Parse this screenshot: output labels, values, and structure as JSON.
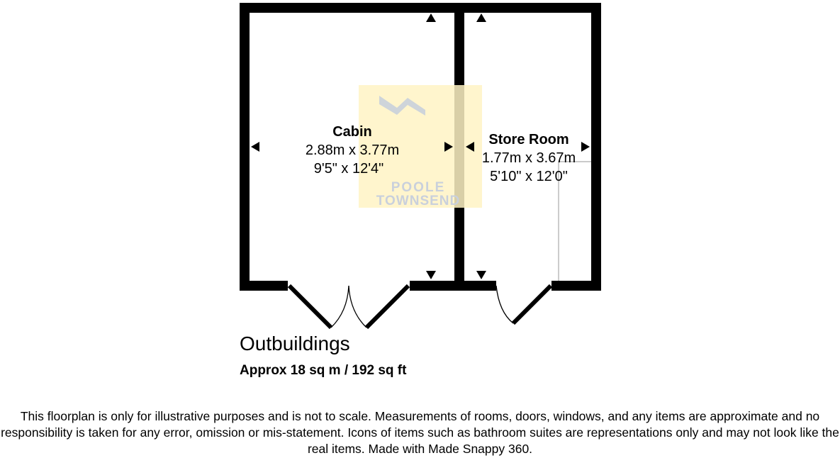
{
  "rooms": [
    {
      "name": "Cabin",
      "metric": "2.88m x 3.77m",
      "imperial": "9'5\" x 12'4\""
    },
    {
      "name": "Store Room",
      "metric": "1.77m x 3.67m",
      "imperial": "5'10\" x 12'0\""
    }
  ],
  "plan": {
    "title": "Outbuildings",
    "area": "Approx 18 sq m / 192 sq ft"
  },
  "watermark": {
    "text_line1": "POOLE",
    "text_line2": "TOWNSEND",
    "color": "#fff3c4"
  },
  "disclaimer": "This floorplan is only for illustrative purposes and is not to scale. Measurements of rooms, doors, windows, and any items are approximate and no responsibility is taken for any error, omission or mis-statement. Icons of items such as bathroom suites are representations only and may not look like the real items. Made with Made Snappy 360."
}
